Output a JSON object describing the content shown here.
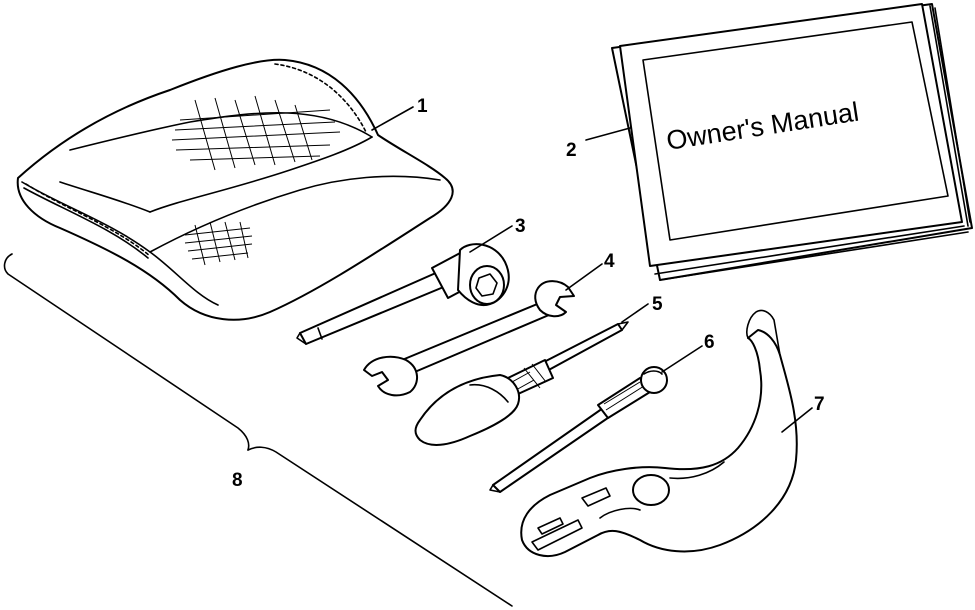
{
  "manual": {
    "title": "Owner's Manual"
  },
  "callouts": [
    {
      "id": "1",
      "label": "1",
      "part": "tool-pouch"
    },
    {
      "id": "2",
      "label": "2",
      "part": "owners-manual"
    },
    {
      "id": "3",
      "label": "3",
      "part": "spark-plug-wrench"
    },
    {
      "id": "4",
      "label": "4",
      "part": "open-end-wrench"
    },
    {
      "id": "5",
      "label": "5",
      "part": "screwdriver"
    },
    {
      "id": "6",
      "label": "6",
      "part": "extension-handle"
    },
    {
      "id": "7",
      "label": "7",
      "part": "hook-spanner"
    },
    {
      "id": "8",
      "label": "8",
      "part": "tool-kit-bracket"
    }
  ],
  "colors": {
    "line": "#000000",
    "background": "#ffffff"
  }
}
